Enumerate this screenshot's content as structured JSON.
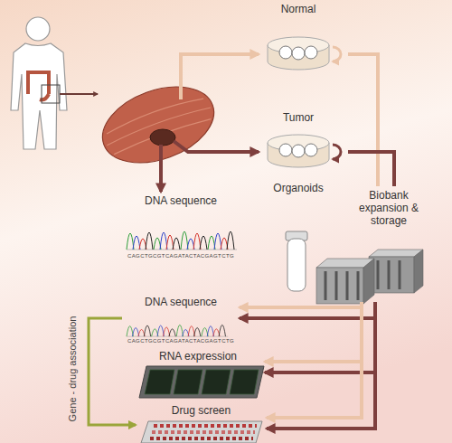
{
  "diagram": {
    "nodes": [
      {
        "text": [
          "Normal"
        ]
      },
      {
        "text": [
          "Tumor",
          "Organoids"
        ]
      },
      {
        "text": [
          "DNA sequence",
          "CAGCTGCGTCAGATACTACGAGTCTG"
        ]
      },
      {
        "text": [
          "Biobank expansion & storage"
        ]
      },
      {
        "text": [
          "DNA sequence",
          "CAGCTGCGTCAGATACTACGAGTCTG"
        ]
      },
      {
        "text": [
          "RNA expression"
        ]
      },
      {
        "text": [
          "Drug screen"
        ]
      }
    ],
    "edges": [
      {
        "from": 0,
        "to": 3,
        "arrow": "none"
      },
      {
        "from": 1,
        "to": 3,
        "arrow": "none"
      },
      {
        "from": 3,
        "to": 4,
        "arrow": "to"
      },
      {
        "from": 3,
        "to": 4,
        "arrow": "to"
      },
      {
        "from": 3,
        "to": 5,
        "arrow": "to"
      },
      {
        "from": 3,
        "to": 5,
        "arrow": "to"
      },
      {
        "from": 3,
        "to": 6,
        "arrow": "to"
      },
      {
        "from": 3,
        "to": 6,
        "arrow": "to"
      },
      {
        "from": 4,
        "to": 6,
        "label": "Gene - drug association",
        "arrow": "to"
      }
    ]
  }
}
